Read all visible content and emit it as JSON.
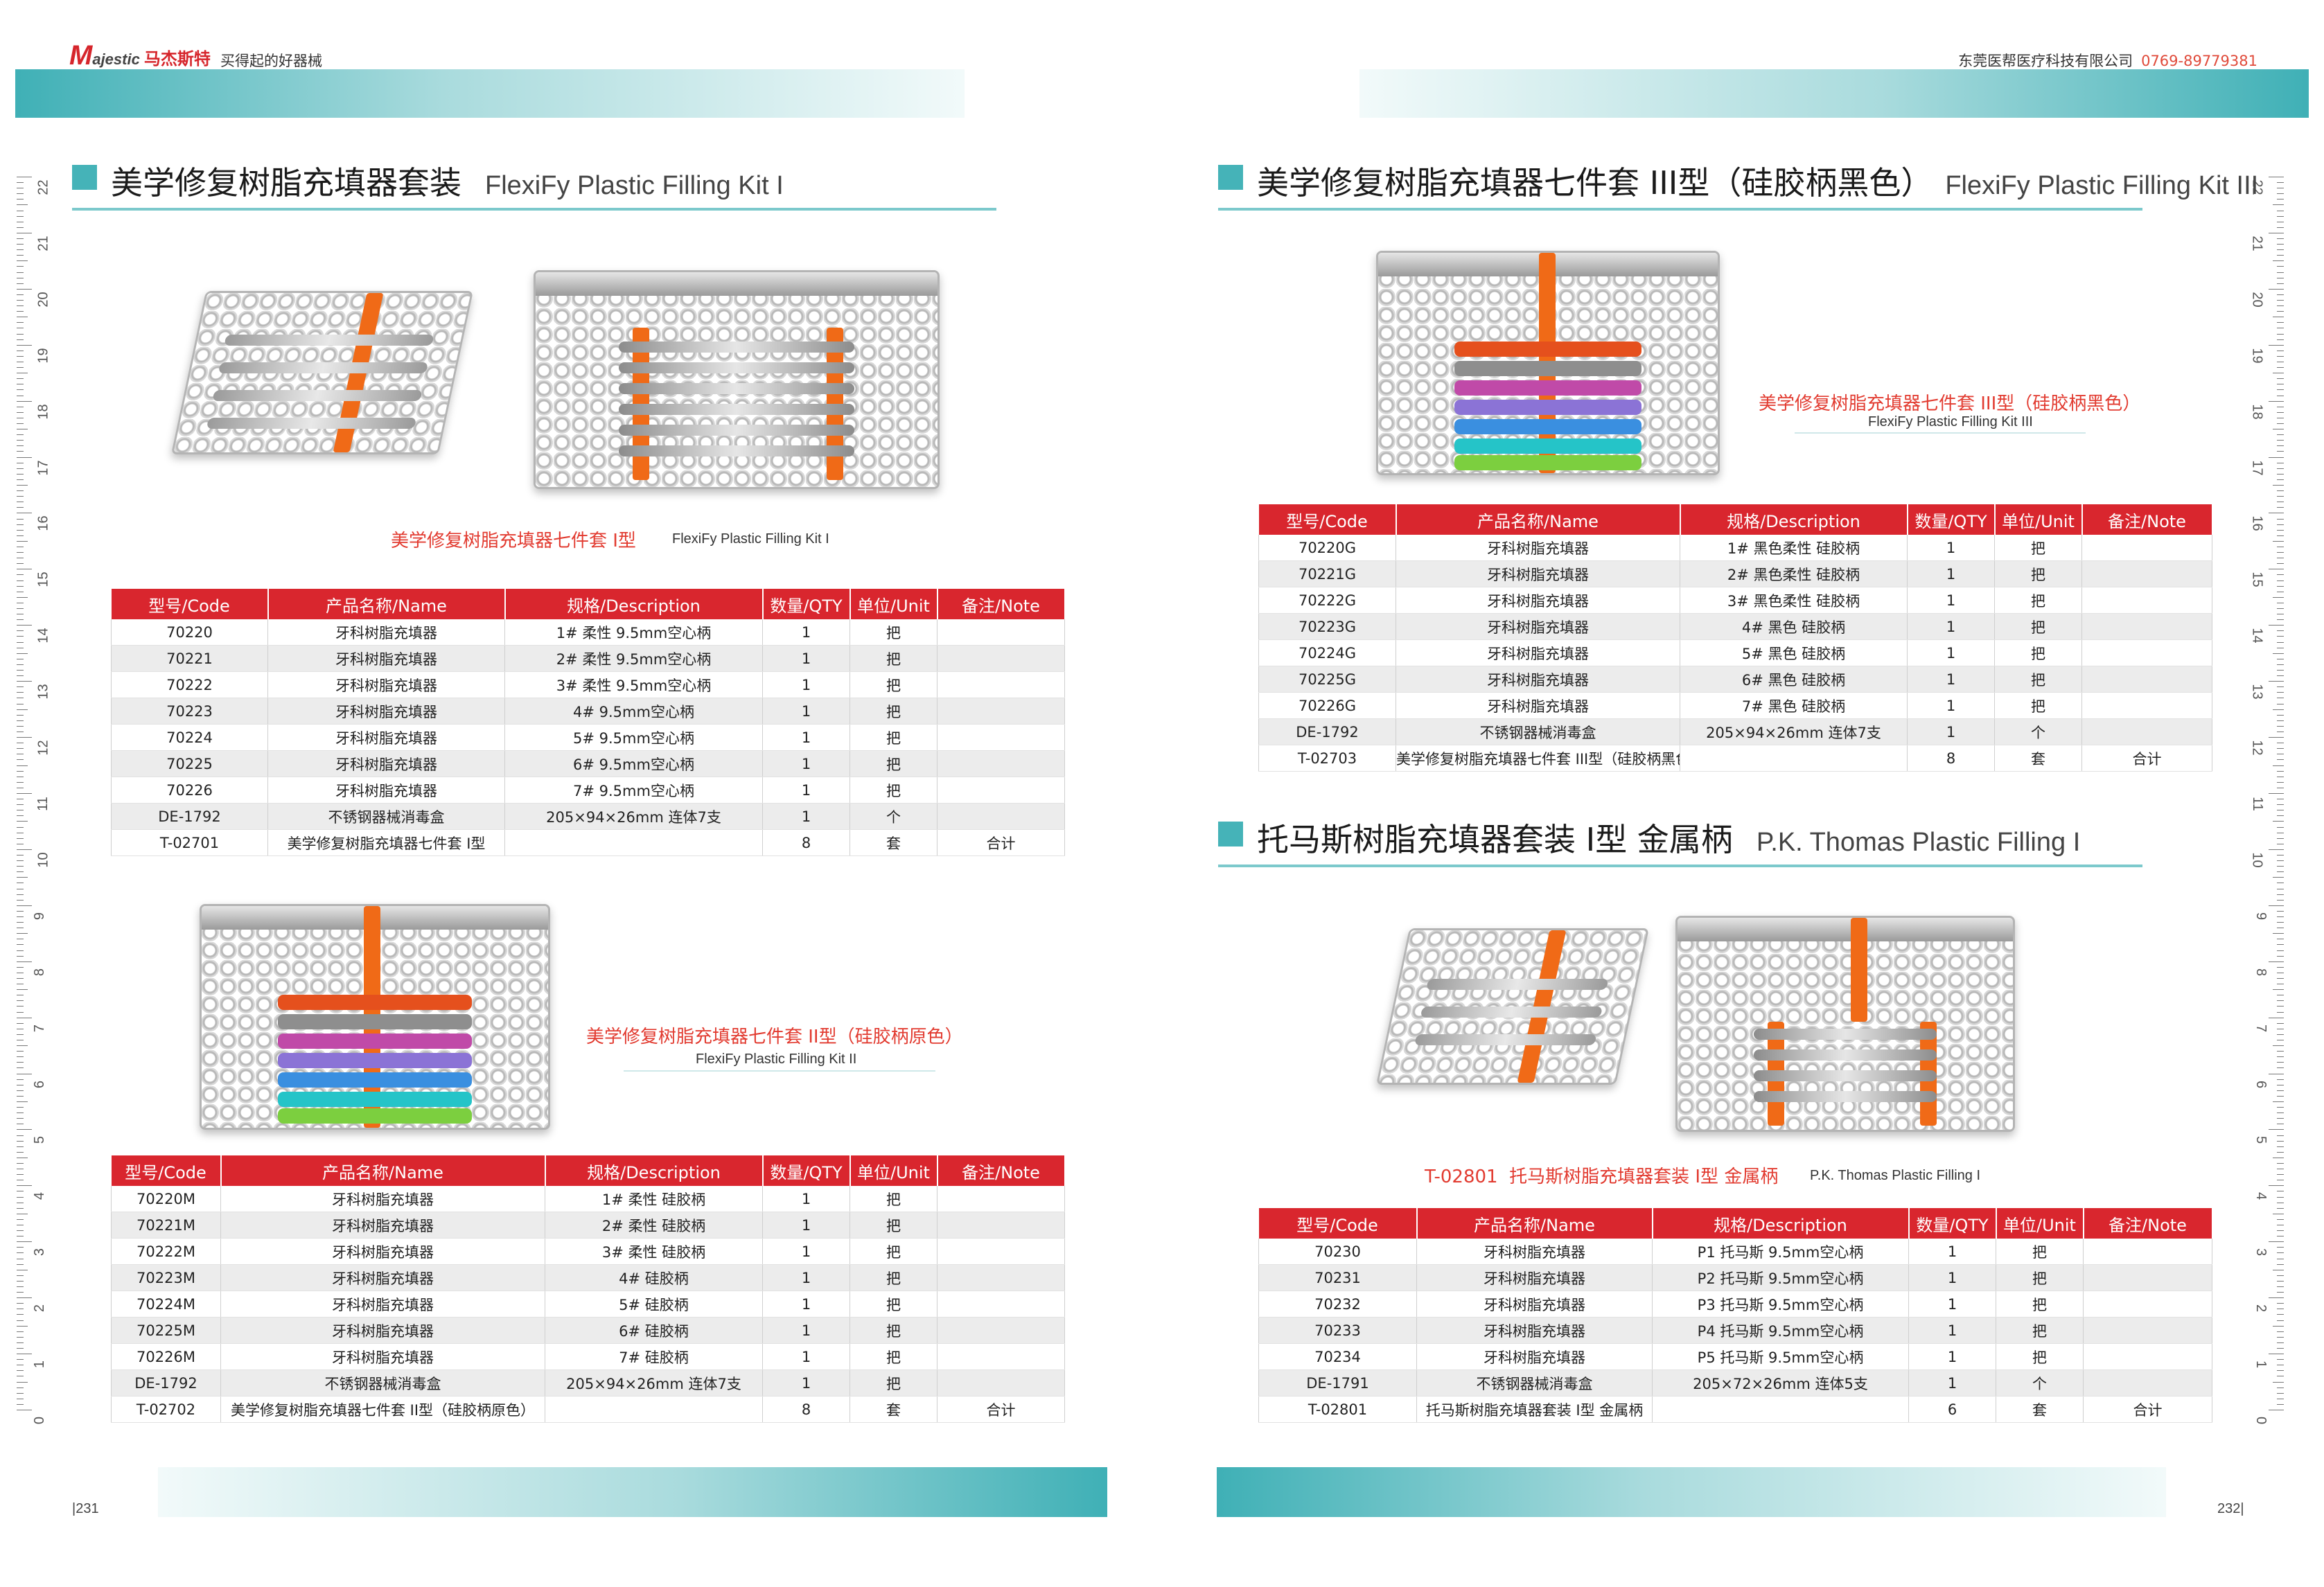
{
  "header": {
    "logo_m": "M",
    "logo_en": "ajestic",
    "logo_cn": "马杰斯特",
    "slogan": "买得起的好器械",
    "company": "东莞医帮医疗科技有限公司",
    "phone": "0769-89779381"
  },
  "ruler_numbers": [
    "22",
    "21",
    "20",
    "19",
    "18",
    "17",
    "16",
    "15",
    "14",
    "13",
    "12",
    "11",
    "10",
    "9",
    "8",
    "7",
    "6",
    "5",
    "4",
    "3",
    "2",
    "1",
    "0"
  ],
  "columns": [
    "型号/Code",
    "产品名称/Name",
    "规格/Description",
    "数量/QTY",
    "单位/Unit",
    "备注/Note"
  ],
  "section1": {
    "title_cn": "美学修复树脂充填器套装",
    "title_en": "FlexiFy Plastic Filling Kit I",
    "caption_cn": "美学修复树脂充填器七件套 I型",
    "caption_en": "FlexiFy Plastic Filling Kit I",
    "rows": [
      [
        "70220",
        "牙科树脂充填器",
        "1# 柔性 9.5mm空心柄",
        "1",
        "把",
        ""
      ],
      [
        "70221",
        "牙科树脂充填器",
        "2# 柔性 9.5mm空心柄",
        "1",
        "把",
        ""
      ],
      [
        "70222",
        "牙科树脂充填器",
        "3# 柔性 9.5mm空心柄",
        "1",
        "把",
        ""
      ],
      [
        "70223",
        "牙科树脂充填器",
        "4# 9.5mm空心柄",
        "1",
        "把",
        ""
      ],
      [
        "70224",
        "牙科树脂充填器",
        "5# 9.5mm空心柄",
        "1",
        "把",
        ""
      ],
      [
        "70225",
        "牙科树脂充填器",
        "6# 9.5mm空心柄",
        "1",
        "把",
        ""
      ],
      [
        "70226",
        "牙科树脂充填器",
        "7# 9.5mm空心柄",
        "1",
        "把",
        ""
      ],
      [
        "DE-1792",
        "不锈钢器械消毒盒",
        "205×94×26mm 连体7支",
        "1",
        "个",
        ""
      ],
      [
        "T-02701",
        "美学修复树脂充填器七件套 I型",
        "",
        "8",
        "套",
        "合计"
      ]
    ]
  },
  "section2": {
    "caption_cn": "美学修复树脂充填器七件套 II型（硅胶柄原色）",
    "caption_en": "FlexiFy Plastic Filling Kit II",
    "rows": [
      [
        "70220M",
        "牙科树脂充填器",
        "1# 柔性 硅胶柄",
        "1",
        "把",
        ""
      ],
      [
        "70221M",
        "牙科树脂充填器",
        "2# 柔性 硅胶柄",
        "1",
        "把",
        ""
      ],
      [
        "70222M",
        "牙科树脂充填器",
        "3# 柔性 硅胶柄",
        "1",
        "把",
        ""
      ],
      [
        "70223M",
        "牙科树脂充填器",
        "4# 硅胶柄",
        "1",
        "把",
        ""
      ],
      [
        "70224M",
        "牙科树脂充填器",
        "5# 硅胶柄",
        "1",
        "把",
        ""
      ],
      [
        "70225M",
        "牙科树脂充填器",
        "6# 硅胶柄",
        "1",
        "把",
        ""
      ],
      [
        "70226M",
        "牙科树脂充填器",
        "7# 硅胶柄",
        "1",
        "把",
        ""
      ],
      [
        "DE-1792",
        "不锈钢器械消毒盒",
        "205×94×26mm 连体7支",
        "1",
        "把",
        ""
      ],
      [
        "T-02702",
        "美学修复树脂充填器七件套 II型（硅胶柄原色）",
        "",
        "8",
        "套",
        "合计"
      ]
    ]
  },
  "section3": {
    "title_cn": "美学修复树脂充填器七件套 III型（硅胶柄黑色）",
    "title_en": "FlexiFy Plastic Filling Kit III",
    "caption_cn": "美学修复树脂充填器七件套 III型（硅胶柄黑色）",
    "caption_en": "FlexiFy Plastic Filling Kit III",
    "rows": [
      [
        "70220G",
        "牙科树脂充填器",
        "1# 黑色柔性 硅胶柄",
        "1",
        "把",
        ""
      ],
      [
        "70221G",
        "牙科树脂充填器",
        "2# 黑色柔性 硅胶柄",
        "1",
        "把",
        ""
      ],
      [
        "70222G",
        "牙科树脂充填器",
        "3# 黑色柔性 硅胶柄",
        "1",
        "把",
        ""
      ],
      [
        "70223G",
        "牙科树脂充填器",
        "4# 黑色 硅胶柄",
        "1",
        "把",
        ""
      ],
      [
        "70224G",
        "牙科树脂充填器",
        "5# 黑色 硅胶柄",
        "1",
        "把",
        ""
      ],
      [
        "70225G",
        "牙科树脂充填器",
        "6# 黑色 硅胶柄",
        "1",
        "把",
        ""
      ],
      [
        "70226G",
        "牙科树脂充填器",
        "7# 黑色 硅胶柄",
        "1",
        "把",
        ""
      ],
      [
        "DE-1792",
        "不锈钢器械消毒盒",
        "205×94×26mm 连体7支",
        "1",
        "个",
        ""
      ],
      [
        "T-02703",
        "美学修复树脂充填器七件套 III型（硅胶柄黑色）",
        "",
        "8",
        "套",
        "合计"
      ]
    ]
  },
  "section4": {
    "title_cn": "托马斯树脂充填器套装 I型 金属柄",
    "title_en": "P.K. Thomas Plastic Filling I",
    "caption_cn": "T-02801  托马斯树脂充填器套装 I型 金属柄",
    "caption_en": "P.K. Thomas Plastic Filling I",
    "rows": [
      [
        "70230",
        "牙科树脂充填器",
        "P1 托马斯 9.5mm空心柄",
        "1",
        "把",
        ""
      ],
      [
        "70231",
        "牙科树脂充填器",
        "P2 托马斯 9.5mm空心柄",
        "1",
        "把",
        ""
      ],
      [
        "70232",
        "牙科树脂充填器",
        "P3 托马斯 9.5mm空心柄",
        "1",
        "把",
        ""
      ],
      [
        "70233",
        "牙科树脂充填器",
        "P4 托马斯 9.5mm空心柄",
        "1",
        "把",
        ""
      ],
      [
        "70234",
        "牙科树脂充填器",
        "P5 托马斯 9.5mm空心柄",
        "1",
        "把",
        ""
      ],
      [
        "DE-1791",
        "不锈钢器械消毒盒",
        "205×72×26mm 连体5支",
        "1",
        "个",
        ""
      ],
      [
        "T-02801",
        "托马斯树脂充填器套装 I型 金属柄",
        "",
        "6",
        "套",
        "合计"
      ]
    ]
  },
  "page_left": "231",
  "page_right": "232",
  "colors": {
    "accent_red": "#d9262e",
    "teal": "#45b3b8"
  }
}
